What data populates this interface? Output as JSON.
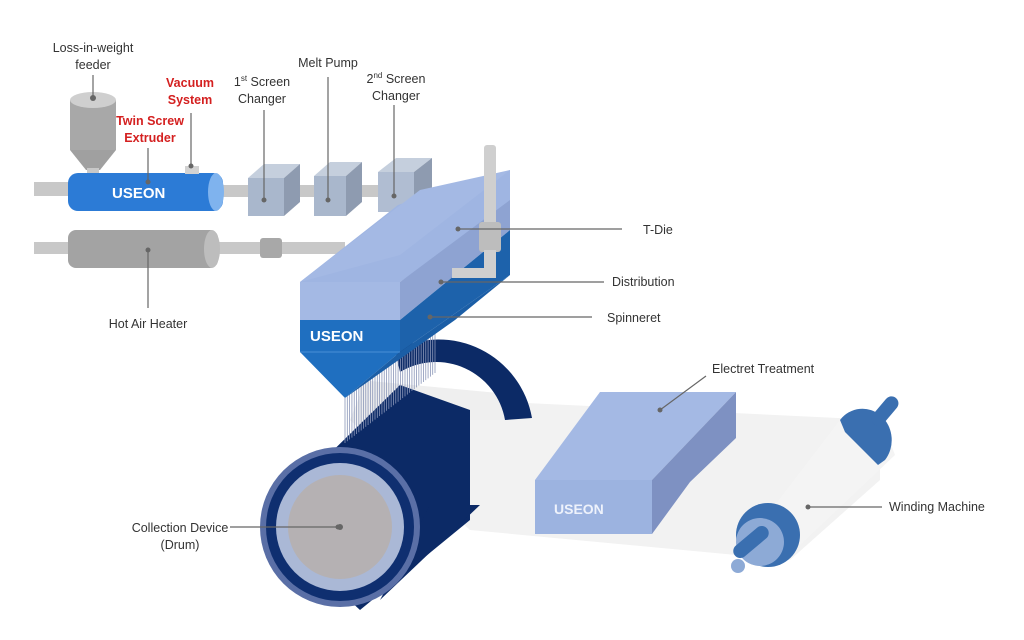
{
  "diagram": {
    "title": "Meltblown nonwoven production line",
    "brand": "USEON",
    "colors": {
      "label_text": "#333333",
      "highlight_text": "#d42020",
      "extruder_blue": "#2c7bd6",
      "die_light_blue": "#a4b9e4",
      "die_mid_blue": "#1f6fc0",
      "drum_navy": "#0c2a66",
      "component_gray": "#a9b7cc",
      "pipe_gray": "#c8c8c8",
      "web_white": "#f2f2f2"
    },
    "labels": {
      "loss_in_weight_feeder": {
        "line1": "Loss-in-weight",
        "line2": "feeder"
      },
      "vacuum_system": {
        "line1": "Vacuum",
        "line2": "System"
      },
      "twin_screw_extruder": {
        "line1": "Twin Screw",
        "line2": "Extruder"
      },
      "screen_changer_1": {
        "num": "1",
        "sup": "st",
        "line1": " Screen",
        "line2": "Changer"
      },
      "melt_pump": {
        "line1": "Melt Pump"
      },
      "screen_changer_2": {
        "num": "2",
        "sup": "nd",
        "line1": " Screen",
        "line2": "Changer"
      },
      "hot_air_heater": {
        "line1": "Hot Air Heater"
      },
      "t_die": {
        "line1": "T-Die"
      },
      "distribution": {
        "line1": "Distribution"
      },
      "spinneret": {
        "line1": "Spinneret"
      },
      "electret_treatment": {
        "line1": "Electret Treatment"
      },
      "collection_device": {
        "line1": "Collection Device",
        "line2": "(Drum)"
      },
      "winding_machine": {
        "line1": "Winding Machine"
      }
    }
  }
}
